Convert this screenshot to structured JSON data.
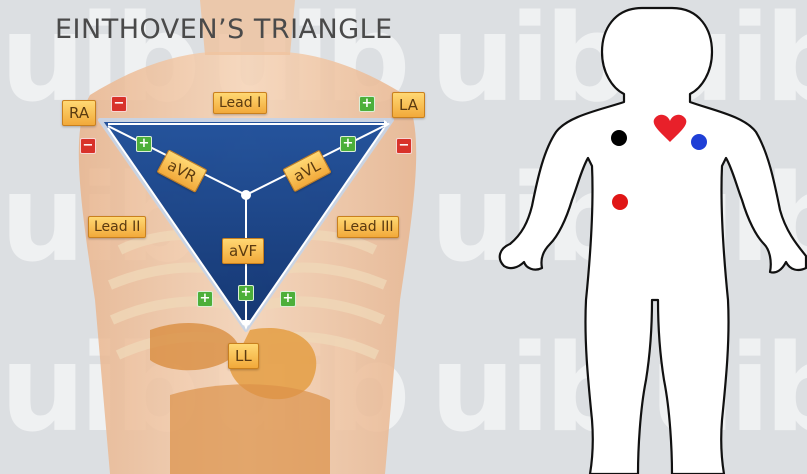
{
  "title": "EINTHOVEN’S TRIANGLE",
  "watermark": "uib",
  "electrodes": {
    "ra": "RA",
    "la": "LA",
    "ll": "LL"
  },
  "leads": {
    "lead1": "Lead I",
    "lead2": "Lead II",
    "lead3": "Lead III",
    "avr": "aVR",
    "avl": "aVL",
    "avf": "aVF"
  },
  "signs": {
    "negative": "−",
    "positive": "+"
  },
  "colors": {
    "triangle_fill": "#0d3f8a",
    "triangle_edge": "#c8d4e6",
    "skin": "#f3c9a6",
    "tag_fill": "#f7be4e",
    "negative": "#d8322a",
    "positive": "#4caf3a",
    "heart": "#e8202a",
    "electrode_black": "#000000",
    "electrode_blue": "#1f3fd6",
    "electrode_red": "#e01616"
  },
  "icons": [
    "body-outline-icon",
    "heart-icon"
  ]
}
